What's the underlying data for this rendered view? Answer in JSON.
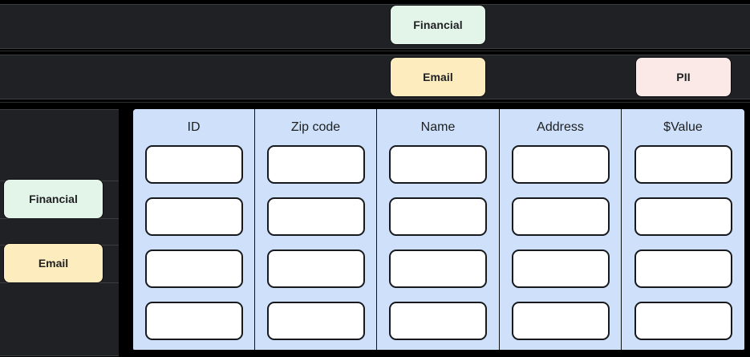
{
  "background": {
    "page_color": "#000000",
    "panel_color": "#202124",
    "divider_color": "#3b3d40"
  },
  "top_tags": [
    {
      "label": "Financial",
      "color": "#e3f4e8",
      "row": 1
    },
    {
      "label": "Email",
      "color": "#fcecbe",
      "row": 2
    },
    {
      "label": "PII",
      "color": "#fbe9e7",
      "row": 2
    }
  ],
  "sidebar": {
    "items": [
      {
        "label": "Financial",
        "color": "#e3f4e8"
      },
      {
        "label": "Email",
        "color": "#fcecbe"
      }
    ]
  },
  "table": {
    "accent_color": "#cfe1fa",
    "cell_color": "#ffffff",
    "columns": [
      {
        "header": "ID",
        "cells": [
          "",
          "",
          "",
          ""
        ]
      },
      {
        "header": "Zip code",
        "cells": [
          "",
          "",
          "",
          ""
        ]
      },
      {
        "header": "Name",
        "cells": [
          "",
          "",
          "",
          ""
        ]
      },
      {
        "header": "Address",
        "cells": [
          "",
          "",
          "",
          ""
        ]
      },
      {
        "header": "$Value",
        "cells": [
          "",
          "",
          "",
          ""
        ]
      }
    ],
    "row_count": 4
  }
}
